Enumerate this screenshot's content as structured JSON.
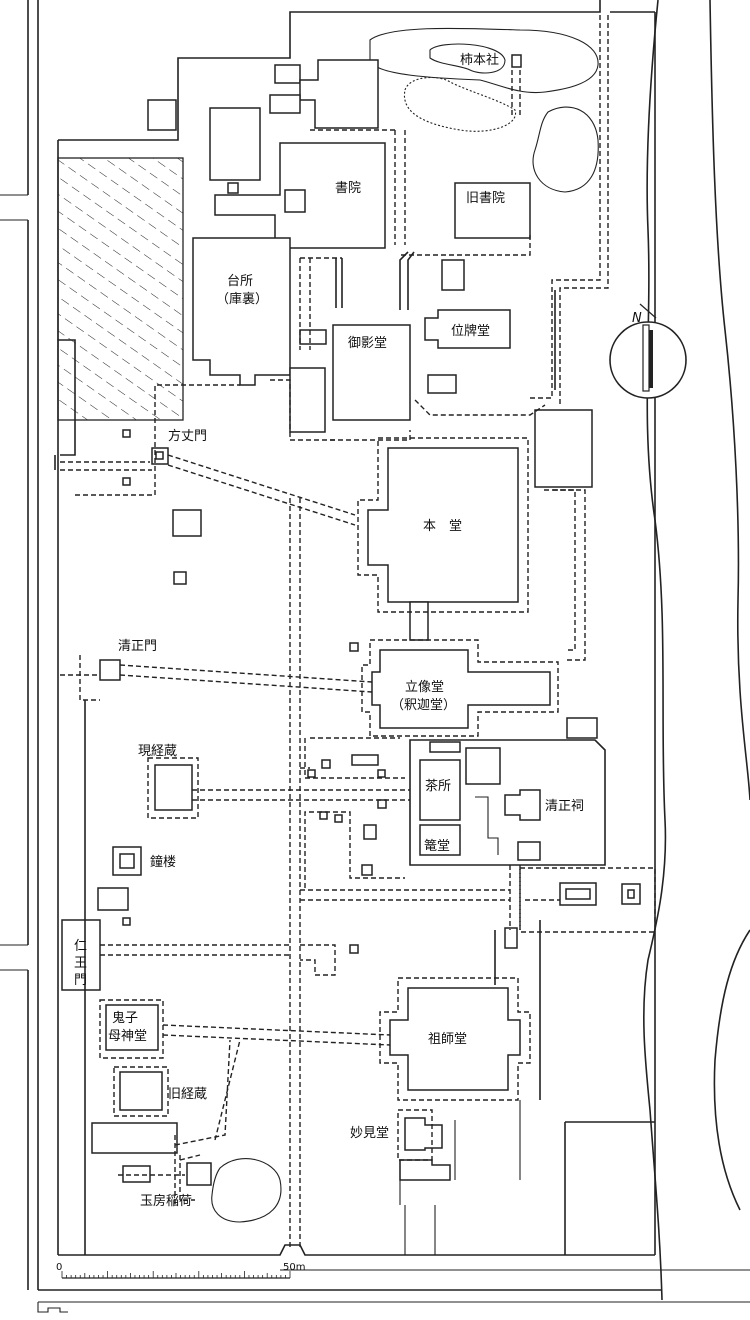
{
  "labels": {
    "kakimoto_sha": "柿本社",
    "shoin": "書院",
    "kyu_shoin": "旧書院",
    "daidokoro": "台所",
    "kuri": "（庫裏）",
    "ihai_do": "位牌堂",
    "goei_do": "御影堂",
    "hojo_mon": "方丈門",
    "hondo": "本　堂",
    "seisho_mon": "清正門",
    "ritsuzo_do": "立像堂",
    "shaka_do": "（釈迦堂）",
    "genkyo_zo": "現経蔵",
    "chasho": "茶所",
    "seisho_shi": "清正祠",
    "shoro": "鐘楼",
    "kago_do": "篭堂",
    "nio_mon": "仁王門",
    "kishimojin_do_1": "鬼子",
    "kishimojin_do_2": "母神堂",
    "soshi_do": "祖師堂",
    "kyukyo_zo": "旧経蔵",
    "myoken_do": "妙見堂",
    "gyokubo_inari": "玉房稲荷",
    "compass": "N"
  },
  "scale_bar": {
    "start": "0",
    "end": "50m"
  }
}
